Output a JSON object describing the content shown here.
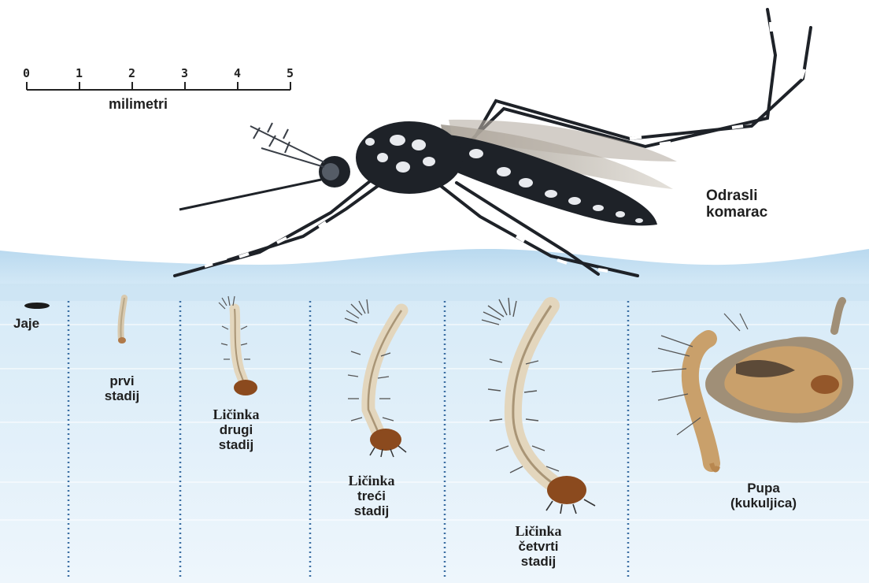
{
  "scale": {
    "ticks": [
      "0",
      "1",
      "2",
      "3",
      "4",
      "5"
    ],
    "unit_label": "milimetri"
  },
  "adult": {
    "line1": "Odrasli",
    "line2": "komarac"
  },
  "egg": {
    "label": "Jaje"
  },
  "stages": [
    {
      "line1": "prvi",
      "line2": "stadij"
    },
    {
      "line1": "Ličinka",
      "line2": "drugi",
      "line3": "stadij"
    },
    {
      "line1": "Ličinka",
      "line2": "treći",
      "line3": "stadij"
    },
    {
      "line1": "Ličinka",
      "line2": "četvrti",
      "line3": "stadij"
    }
  ],
  "pupa": {
    "line1": "Pupa",
    "line2": "(kukuljica)"
  },
  "colors": {
    "water_top": "#cfe6f5",
    "water_bottom": "#eaf4fb",
    "separator": "#3c6fa3",
    "larva_body": "#e3d6bd",
    "larva_head": "#8b4a1e",
    "mosquito_body": "#1e2228",
    "pupa_body": "#c9a06b"
  }
}
